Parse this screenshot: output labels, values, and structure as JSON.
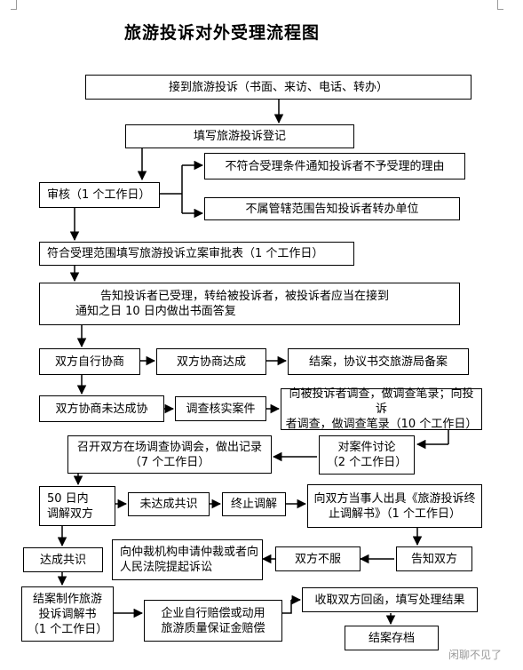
{
  "title": "旅游投诉对外受理流程图",
  "boxes": {
    "receive": "接到旅游投诉（书面、来访、电话、转办）",
    "register": "填写旅游投诉登记",
    "review": "审核（1 个工作日）",
    "reject_notice": "不符合受理条件通知投诉者不予受理的理由",
    "transfer_notice": "不属管辖范围告知投诉者转办单位",
    "approve_form": "符合受理范围填写旅游投诉立案审批表（1 个工作日）",
    "notify_line1": "告知投诉者已受理，转给被投诉者，被投诉者应当在接到",
    "notify_line2": "通知之日 10 日内做出书面答复",
    "self_negotiate": "双方自行协商",
    "negotiate_agree": "双方协商达成",
    "close_file": "结案，协议书交旅游局备案",
    "negotiate_fail": "双方协商未达成协",
    "investigate": "调查核实案件",
    "survey_line1": "向被投诉者调查，做调查笔录；向投诉",
    "survey_line2": "者调查，做调查笔录（10 个工作日）",
    "onsite_line1": "召开双方在场调查协调会，做出记录",
    "onsite_line2": "（7 个工作日）",
    "discuss_line1": "对案件讨论",
    "discuss_line2": "（2 个工作日）",
    "mediate_line1": "50 日内",
    "mediate_line2": "调解双方",
    "no_consensus": "未达成共识",
    "terminate": "终止调解",
    "issue_line1": "向双方当事人出具《旅游投诉终",
    "issue_line2": "止调解书》（1 个工作日）",
    "consensus": "达成共识",
    "arbitration_line1": "向仲裁机构申请仲裁或者向",
    "arbitration_line2": "人民法院提起诉讼",
    "disagree": "双方不服",
    "inform": "告知双方",
    "make_line1": "结案制作旅游",
    "make_line2": "投诉调解书",
    "make_line3": "（1 个工作日）",
    "compensate_line1": "企业自行赔偿或动用",
    "compensate_line2": "旅游质量保证金赔偿",
    "receipt": "收取双方回函，填写处理结果",
    "archive": "结案存档"
  },
  "watermark": "闲聊不见了"
}
